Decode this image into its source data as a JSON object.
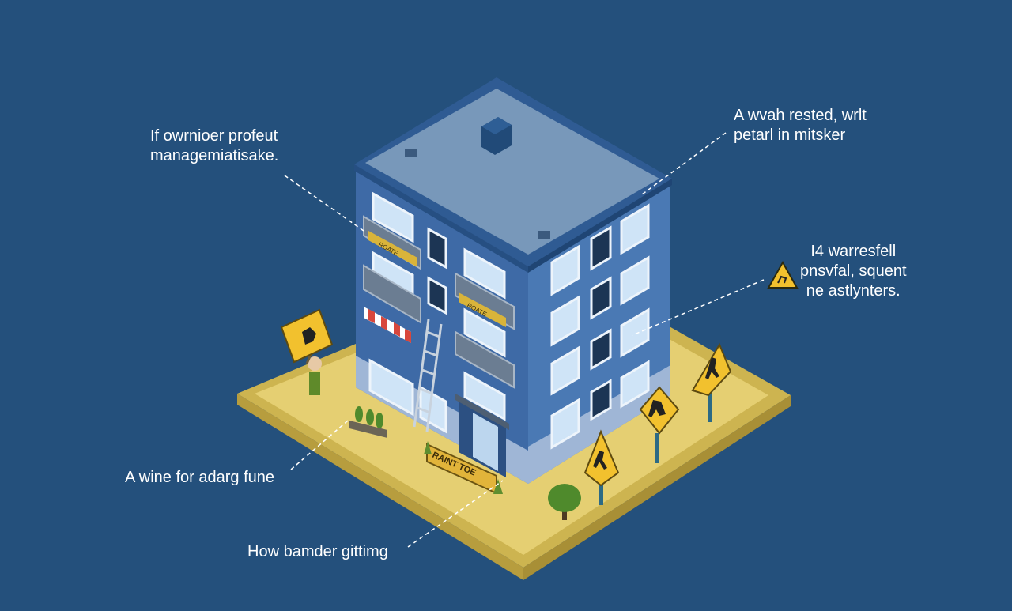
{
  "callouts": {
    "top_left": {
      "lines": [
        "If owrnioer profeut",
        "managemiatisake."
      ]
    },
    "top_right": {
      "lines": [
        "A wvah rested, wrlt",
        "petarl in mitsker"
      ]
    },
    "mid_right": {
      "lines": [
        "I4 warresfell",
        "pnsvfal, squent",
        "ne astlynters."
      ]
    },
    "bottom_left": {
      "lines": [
        "A wine for adarg fune"
      ]
    },
    "bottom": {
      "lines": [
        "How bamder gittimg"
      ]
    }
  },
  "signage": {
    "storefront_banner": "RAINT TOE",
    "balcony_sign_1": "ROATE",
    "balcony_sign_2": "ROATE"
  },
  "colors": {
    "background": "#24507c",
    "ground": "#e5cf72",
    "building_front": "#3e6aa6",
    "building_side": "#4a79b4",
    "roof": "#7898ba",
    "warning_sign": "#f2c12e"
  },
  "icons": [
    "warning-triangle-icon",
    "pedestrian-sign-icon",
    "ladder-icon",
    "awning-icon"
  ]
}
